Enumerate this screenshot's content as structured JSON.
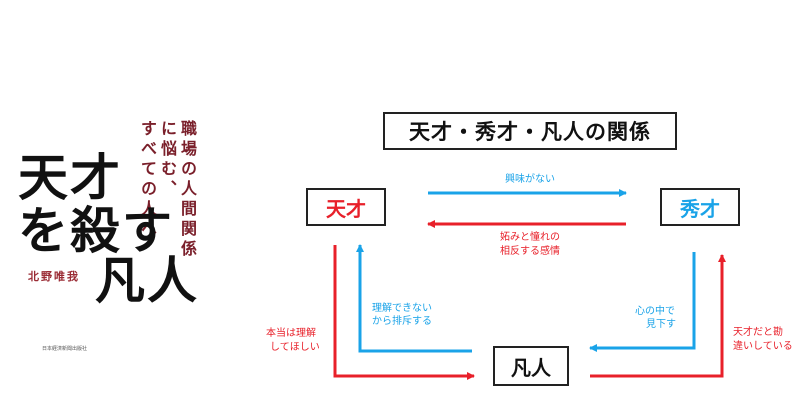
{
  "book": {
    "title_line1": "天才",
    "title_line2": "を殺す",
    "title_line3": "凡人",
    "subtitle_col1": "職場の人間関係",
    "subtitle_col2": "に悩む、",
    "subtitle_col3": "すべての人へ",
    "author": "北野唯我",
    "publisher": "日本経済新聞出版社"
  },
  "diagram": {
    "title": "天才・秀才・凡人の関係",
    "nodes": {
      "tensai": "天才",
      "shusai": "秀才",
      "bonjin": "凡人"
    },
    "labels": {
      "no_interest": "興味がない",
      "envy_line1": "妬みと憧れの",
      "envy_line2": "相反する感情",
      "understand_line1": "理解できない",
      "understand_line2": "から排斥する",
      "want_understand_line1": "本当は理解",
      "want_understand_line2": "してほしい",
      "look_down_line1": "心の中で",
      "look_down_line2": "見下す",
      "mistake_line1": "天才だと勘",
      "mistake_line2": "違いしている"
    },
    "colors": {
      "red": "#e8202a",
      "blue": "#1aa3e8",
      "ink": "#222222"
    }
  }
}
